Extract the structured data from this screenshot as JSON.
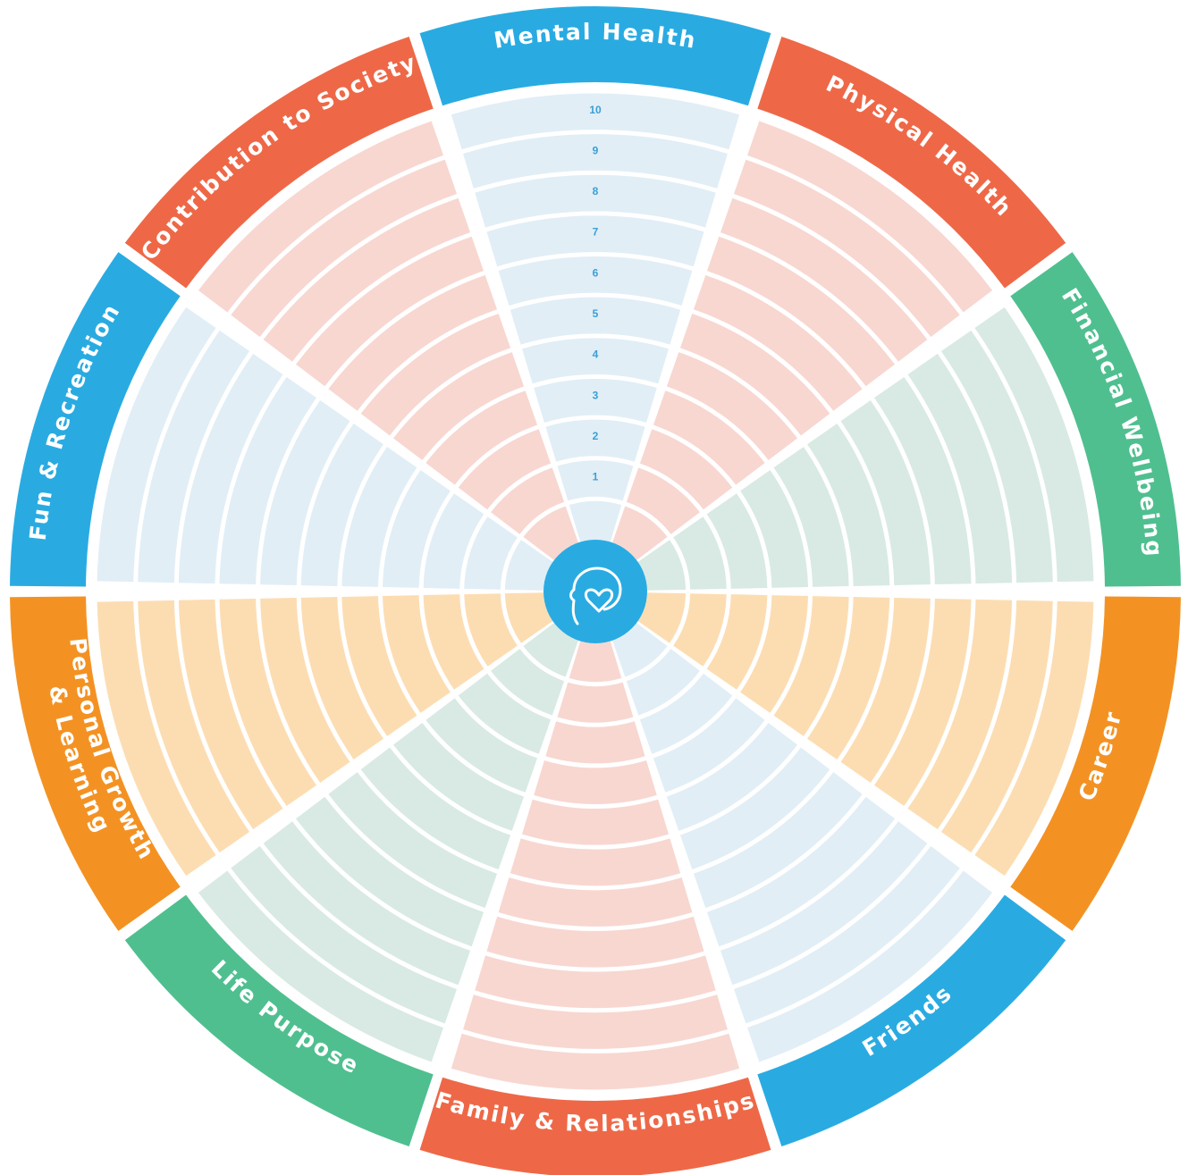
{
  "segments": [
    {
      "label": "Mental Health",
      "band_color": "#29abe2",
      "cell_color": "#e1eef6"
    },
    {
      "label": "Physical Health",
      "band_color": "#ee6847",
      "cell_color": "#f8d7d1"
    },
    {
      "label": "Financial Wellbeing",
      "band_color": "#4fbf8f",
      "cell_color": "#d8eae3"
    },
    {
      "label": "Career",
      "band_color": "#f39223",
      "cell_color": "#fcddb2"
    },
    {
      "label": "Friends",
      "band_color": "#29abe2",
      "cell_color": "#e1eef6"
    },
    {
      "label": "Family & Relationships",
      "band_color": "#ee6847",
      "cell_color": "#f8d7d1"
    },
    {
      "label": "Life Purpose",
      "band_color": "#4fbf8f",
      "cell_color": "#d8eae3"
    },
    {
      "label": "Personal Growth & Learning",
      "band_color": "#f39223",
      "cell_color": "#fcddb2"
    },
    {
      "label": "Fun & Recreation",
      "band_color": "#29abe2",
      "cell_color": "#e1eef6"
    },
    {
      "label": "Contribution to Society",
      "band_color": "#ee6847",
      "cell_color": "#f8d7d1"
    }
  ],
  "ring_numbers": [
    "1",
    "2",
    "3",
    "4",
    "5",
    "6",
    "7",
    "8",
    "9",
    "10"
  ],
  "center_icon": "head-heart-icon",
  "colors": {
    "hub": "#29abe2",
    "ring_numbers": "#3a9fd6",
    "separator": "#ffffff"
  }
}
